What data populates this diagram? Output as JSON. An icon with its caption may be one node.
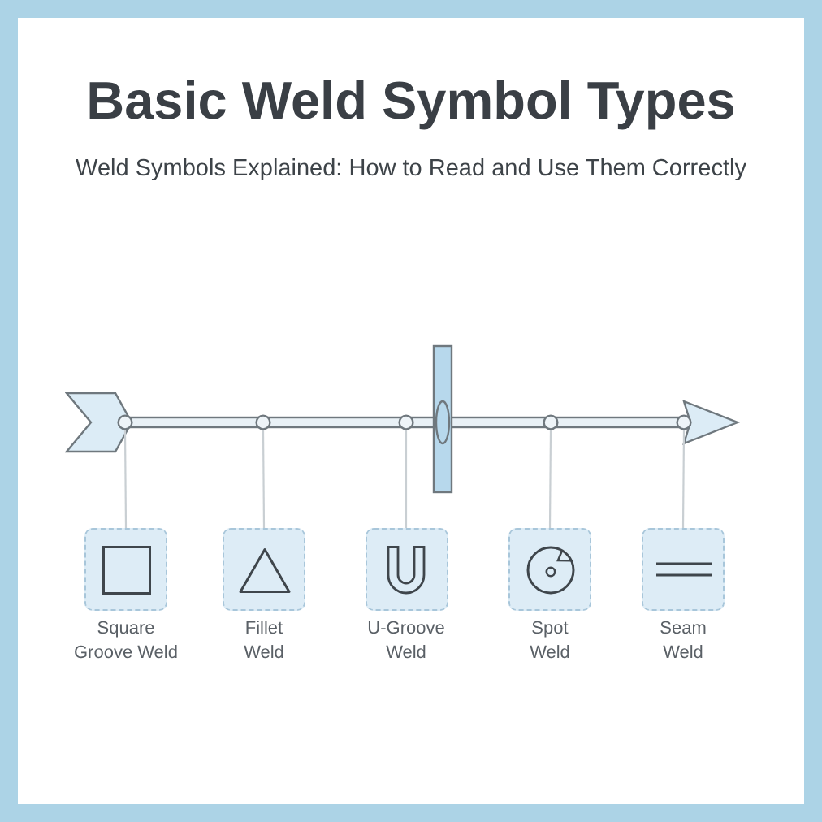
{
  "diagram": {
    "title": "Basic Weld Symbol Types",
    "nodes": [
      {
        "text": [],
        "shape": "circle"
      },
      {
        "text": [],
        "shape": "circle"
      },
      {
        "text": [],
        "shape": "circle"
      },
      {
        "text": [],
        "shape": "circle"
      },
      {
        "text": [],
        "shape": "circle"
      },
      {
        "text": [
          "Square Groove Weld"
        ]
      },
      {
        "text": [
          "Fillet Weld"
        ]
      },
      {
        "text": [
          "U-Groove Weld"
        ]
      },
      {
        "text": [
          "Spot Weld"
        ]
      },
      {
        "text": [
          "Seam Weld"
        ]
      }
    ],
    "edges": [
      {
        "from": 0,
        "to": 5,
        "arrow": "none"
      },
      {
        "from": 1,
        "to": 6,
        "arrow": "none"
      },
      {
        "from": 2,
        "to": 7,
        "arrow": "none"
      },
      {
        "from": 3,
        "to": 8,
        "arrow": "none"
      },
      {
        "from": 4,
        "to": 9,
        "arrow": "none"
      }
    ],
    "labels": [
      "Weld Symbols Explained: How to Read and Use Them Correctly"
    ]
  }
}
